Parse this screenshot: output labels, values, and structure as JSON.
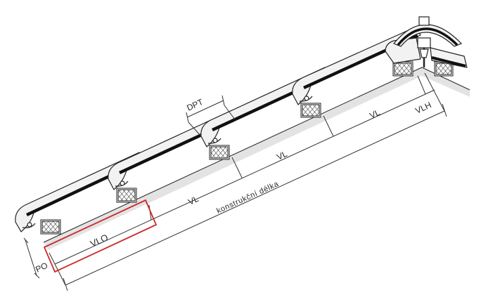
{
  "diagram": {
    "labels": {
      "dpt": "DPT",
      "vl_1": "VL",
      "vl_2": "VL",
      "vl_3": "VL",
      "vlh": "VLH",
      "vlo": "VLO",
      "po": "PO",
      "konstrukcni_delka": "konstrukční délka"
    },
    "colors": {
      "line": "#222222",
      "tile_fill": "#f2f2f2",
      "rafter_fill": "#e3e3e3",
      "highlight": "#cc2a2a"
    }
  }
}
